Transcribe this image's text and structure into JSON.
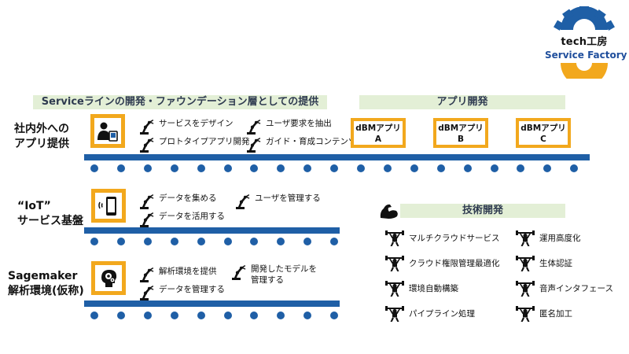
{
  "logo": {
    "line1": "tech工房",
    "line2": "Service Factory",
    "gear_color": "#1f5fa6",
    "accent_color": "#f2a81d"
  },
  "headers": {
    "left": "Serviceラインの開発・ファウンデーション層としての提供",
    "right": "アプリ開発",
    "tech": "技術開発"
  },
  "rows": [
    {
      "label_lines": [
        "社内外への",
        "アプリ提供"
      ],
      "icon": "person-device-icon",
      "items": [
        "サービスをデザイン",
        "ユーザ要求を抽出",
        "プロトタイプアプリ開発",
        "ガイド・育成コンテンツ"
      ],
      "apps": [
        {
          "line1": "dBMアプリ",
          "line2": "A"
        },
        {
          "line1": "dBMアプリ",
          "line2": "B"
        },
        {
          "line1": "dBMアプリ",
          "line2": "C"
        }
      ]
    },
    {
      "label_lines": [
        "“IoT”",
        "サービス基盤"
      ],
      "icon": "smartphone-signal-icon",
      "items": [
        "データを集める",
        "ユーザを管理する",
        "データを活用する"
      ]
    },
    {
      "label_lines": [
        "Sagemaker",
        "解析環境(仮称)"
      ],
      "icon": "brain-gears-icon",
      "items": [
        "解析環境を提供",
        "開発したモデルを",
        "管理する",
        "データを管理する"
      ]
    }
  ],
  "tech_items": [
    "マルチクラウドサービス",
    "運用高度化",
    "クラウド権限管理最適化",
    "生体認証",
    "環境自動構築",
    "音声インタフェース",
    "パイプライン処理",
    "匿名加工"
  ],
  "colors": {
    "conveyor": "#1f5fa6",
    "orange": "#f2a81d",
    "header_bg": "#e3efd6"
  }
}
